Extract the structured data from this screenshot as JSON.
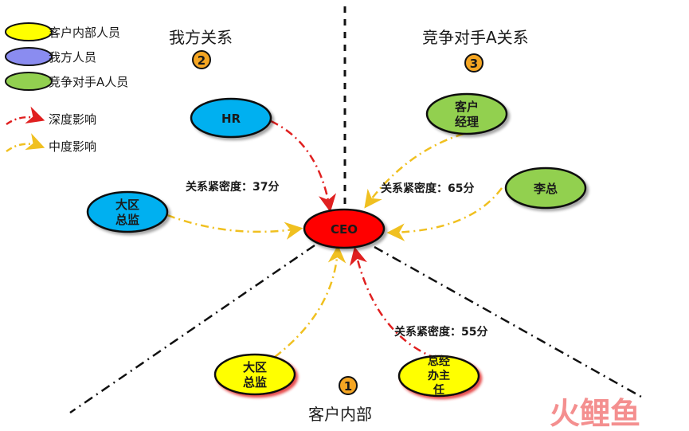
{
  "legend": {
    "customer_internal": "客户内部人员",
    "our_side": "我方人员",
    "competitor_a": "竞争对手A人员",
    "deep_influence": "深度影响",
    "medium_influence": "中度影响"
  },
  "sections": {
    "our_relation": {
      "title": "我方关系",
      "badge": "2"
    },
    "competitor_relation": {
      "title": "竞争对手A关系",
      "badge": "3"
    },
    "customer_internal": {
      "title": "客户内部",
      "badge": "1"
    }
  },
  "nodes": {
    "ceo": "CEO",
    "hr": "HR",
    "region_director_ours": [
      "大区",
      "总监"
    ],
    "account_manager": [
      "客户",
      "经理"
    ],
    "li_zong": "李总",
    "region_director_customer": [
      "大区",
      "总监"
    ],
    "gm_office_director": [
      "总经",
      "办主",
      "任"
    ]
  },
  "closeness": {
    "ours": "关系紧密度：37分",
    "competitor": "关系紧密度：65分",
    "customer": "关系紧密度：55分"
  },
  "watermark": "火鲤鱼",
  "colors": {
    "customer_yellow": "#ffff00",
    "our_blue": "#00b0f0",
    "competitor_green": "#92d050",
    "ceo_red": "#ff0000",
    "badge_orange": "#f5a623",
    "deep_arrow": "#e02020",
    "medium_arrow": "#f0c020",
    "legend_blue": "#8a8cf0"
  }
}
